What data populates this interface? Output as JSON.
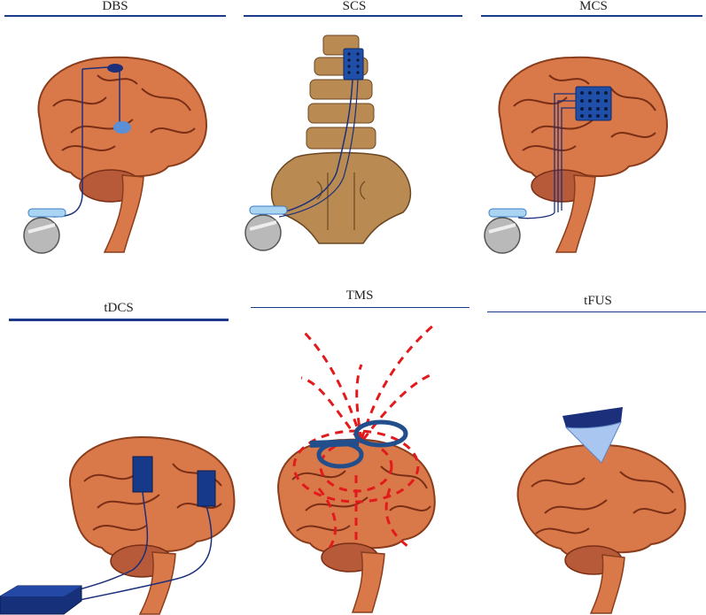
{
  "panels": {
    "dbs": {
      "title": "DBS"
    },
    "scs": {
      "title": "SCS"
    },
    "mcs": {
      "title": "MCS"
    },
    "tdcs": {
      "title": "tDCS"
    },
    "tms": {
      "title": "TMS"
    },
    "tfus": {
      "title": "tFUS"
    }
  },
  "colors": {
    "brain": "#d9794a",
    "brain_dark": "#8a3d1c",
    "cerebellum": "#b65a3a",
    "bone": "#b98a52",
    "bone_dark": "#6b4722",
    "electrode": "#1f4fa8",
    "lead": "#1b2f7a",
    "field": "#e31a1c",
    "title_rule": "#1b3a8a"
  }
}
